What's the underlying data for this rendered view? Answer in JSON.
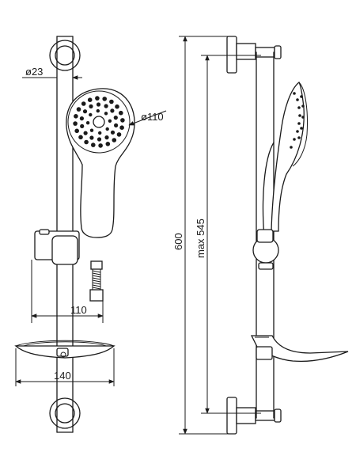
{
  "dimensions": {
    "rail_diameter": "ø23",
    "head_diameter": "ø110",
    "bracket_depth": "110",
    "soap_dish_width": "140",
    "total_height": "600",
    "max_slide": "max 545"
  },
  "colors": {
    "line": "#1a1a1a",
    "background": "#ffffff"
  }
}
